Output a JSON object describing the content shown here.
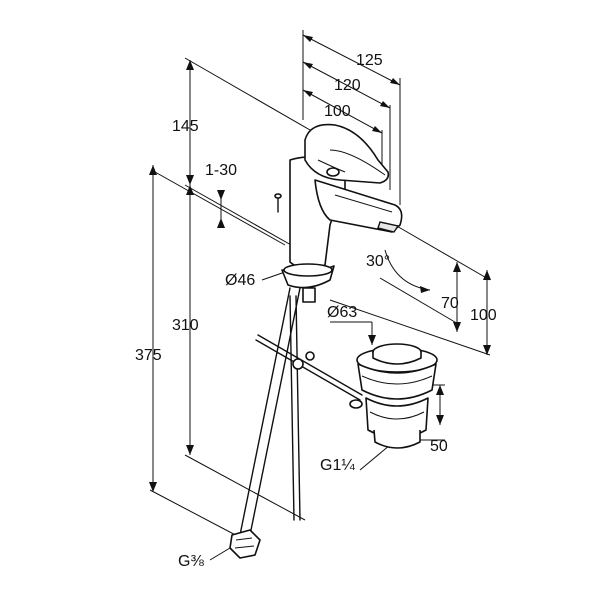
{
  "dimensions": {
    "width_125": "125",
    "width_120": "120",
    "width_100": "100",
    "height_145": "145",
    "adjust_1_30": "1-30",
    "dia_46": "Ø46",
    "dia_63": "Ø63",
    "height_310": "310",
    "height_375": "375",
    "angle_30": "30°",
    "height_70": "70",
    "height_100": "100",
    "depth_50": "50",
    "thread_g114": "G1¼",
    "thread_g38": "G⅜"
  }
}
